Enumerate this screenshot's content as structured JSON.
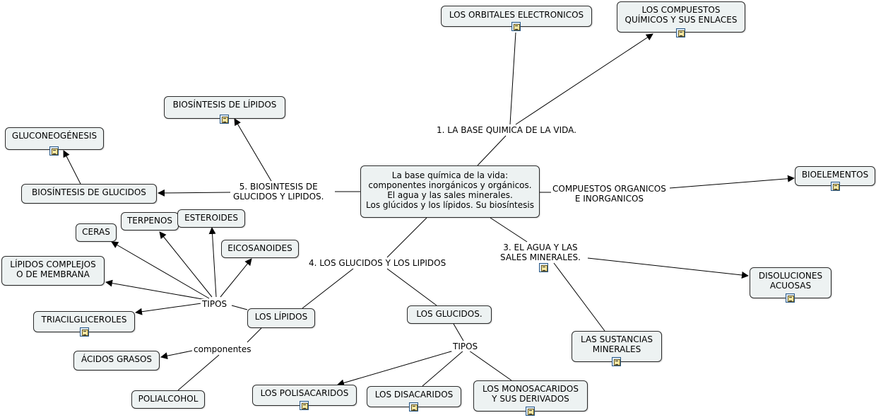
{
  "nodes": {
    "center": "La base química de la vida:\ncomponentes inorgánicos y orgánicos.\nEl agua y las sales minerales.\nLos glúcidos y los lípidos. Su biosíntesis",
    "orbitales": "LOS ORBITALES ELECTRONICOS",
    "compuestos": "LOS COMPUESTOS\nQUÍMICOS Y SUS ENLACES",
    "bioelementos": "BIOELEMENTOS",
    "disoluciones": "DISOLUCIONES\nACUOSAS",
    "sustancias": "LAS SUSTANCIAS\nMINERALES",
    "glucidos": "LOS GLUCIDOS.",
    "polisacaridos": "LOS POLISACARIDOS",
    "disacaridos": "LOS DISACARIDOS",
    "monosacaridos": "LOS MONOSACARIDOS\nY SUS DERIVADOS",
    "lipidos": "LOS LÍPIDOS",
    "acidos_grasos": "ÁCIDOS GRASOS",
    "polialcohol": "POLIALCOHOL",
    "triacilgliceroles": "TRIACILGLICEROLES",
    "lipidos_complejos": "LÍPIDOS COMPLEJOS\nO DE MEMBRANA",
    "ceras": "CERAS",
    "terpenos": "TERPENOS",
    "esteroides": "ESTEROIDES",
    "eicosanoides": "EICOSANOIDES",
    "biosintesis_glucidos": "BIOSÍNTESIS  DE GLUCIDOS",
    "gluconeogenesis": "GLUCONEOGÉNESIS",
    "biosintesis_lipidos": "BIOSÍNTESIS DE LÍPIDOS"
  },
  "links": {
    "base_quimica": "1. LA BASE QUIMICA DE LA VIDA.",
    "compuestos_org": "COMPUESTOS ORGANICOS\nE INORGANICOS",
    "agua_sales": "3. EL AGUA Y LAS\nSALES MINERALES.",
    "glucidos_lipidos": "4. LOS GLUCIDOS Y LOS LIPIDOS",
    "biosintesis": "5. BIOSINTESIS DE\nGLUCIDOS Y LIPIDOS.",
    "tipos_glucidos": "TIPOS",
    "tipos_lipidos": "TIPOS",
    "componentes": "componentes"
  },
  "icons": {
    "resource": "document-icon"
  },
  "colors": {
    "node_fill": "#edf2f2",
    "node_border": "#2b2b2b",
    "line": "#000000"
  }
}
